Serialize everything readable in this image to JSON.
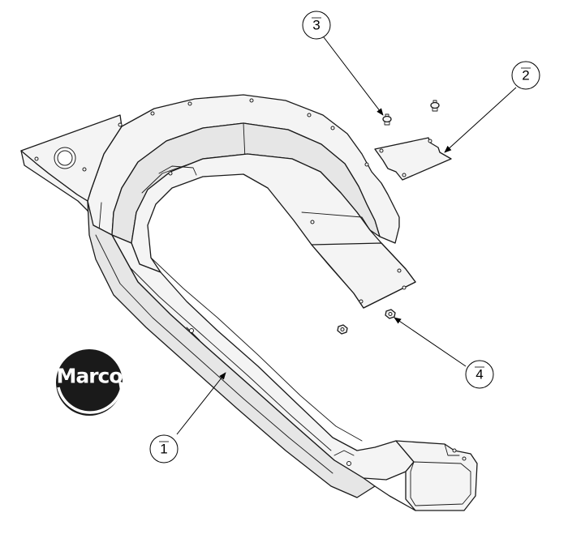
{
  "callouts": [
    {
      "id": "1",
      "label": "1"
    },
    {
      "id": "2",
      "label": "2"
    },
    {
      "id": "3",
      "label": "3"
    },
    {
      "id": "4",
      "label": "4"
    }
  ],
  "logo": {
    "text": "Marco",
    "color": "#1a1a1a",
    "text_color": "#ffffff"
  }
}
